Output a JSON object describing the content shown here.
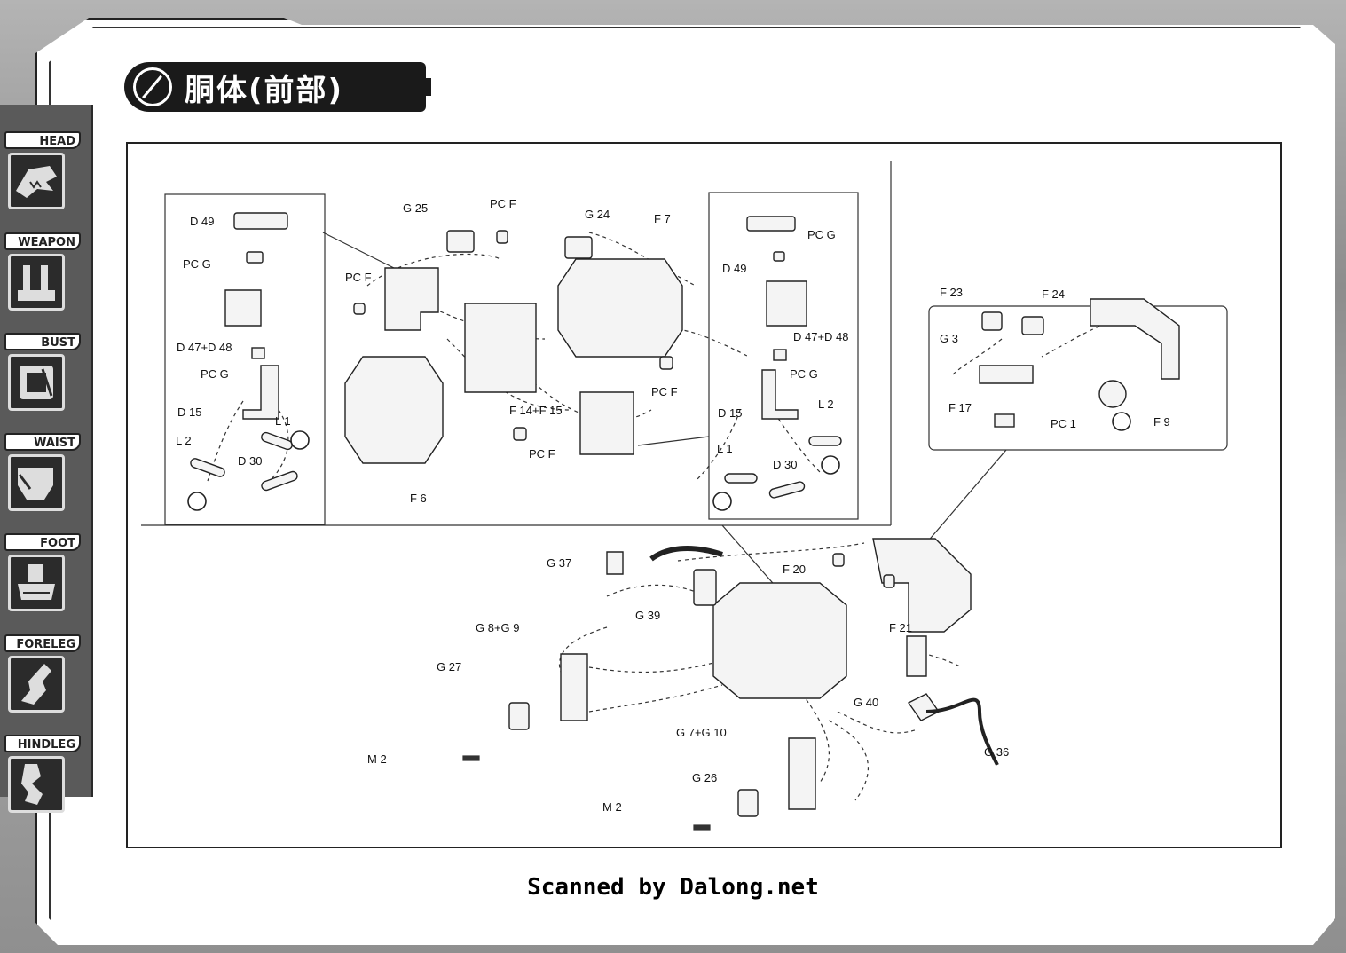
{
  "title": "胴体(前部)",
  "sidebar": {
    "items": [
      {
        "label": "HEAD"
      },
      {
        "label": "WEAPON"
      },
      {
        "label": "BUST"
      },
      {
        "label": "WAIST"
      },
      {
        "label": "FOOT"
      },
      {
        "label": "FORELEG"
      },
      {
        "label": "HINDLEG"
      }
    ]
  },
  "labels": {
    "l1": "D 49",
    "l2": "PC G",
    "l3": "D 47+D 48",
    "l4": "PC G",
    "l5": "D 15",
    "l6": "L 1",
    "l7": "L 2",
    "l8": "D 30",
    "m1": "G 25",
    "m2": "PC F",
    "m3": "G 24",
    "m4": "F 7",
    "m5": "PC F",
    "m6": "F 14+F 15",
    "m7": "PC F",
    "m8": "PC F",
    "m9": "F 6",
    "r1": "D 49",
    "r2": "PC G",
    "r3": "D 47+D 48",
    "r4": "PC G",
    "r5": "D 15",
    "r6": "L 2",
    "r7": "L 1",
    "r8": "D 30",
    "x1": "F 23",
    "x2": "F 24",
    "x3": "G 3",
    "x4": "F 17",
    "x5": "PC 1",
    "x6": "F 9",
    "b1": "G 37",
    "b2": "G 39",
    "b3": "G 8+G 9",
    "b4": "G 27",
    "b5": "M 2",
    "b6": "F 20",
    "b7": "F 21",
    "b8": "G 40",
    "b9": "G 36",
    "b10": "G 7+G 10",
    "b11": "G 26",
    "b12": "M 2"
  },
  "footer": "Scanned by Dalong.net"
}
